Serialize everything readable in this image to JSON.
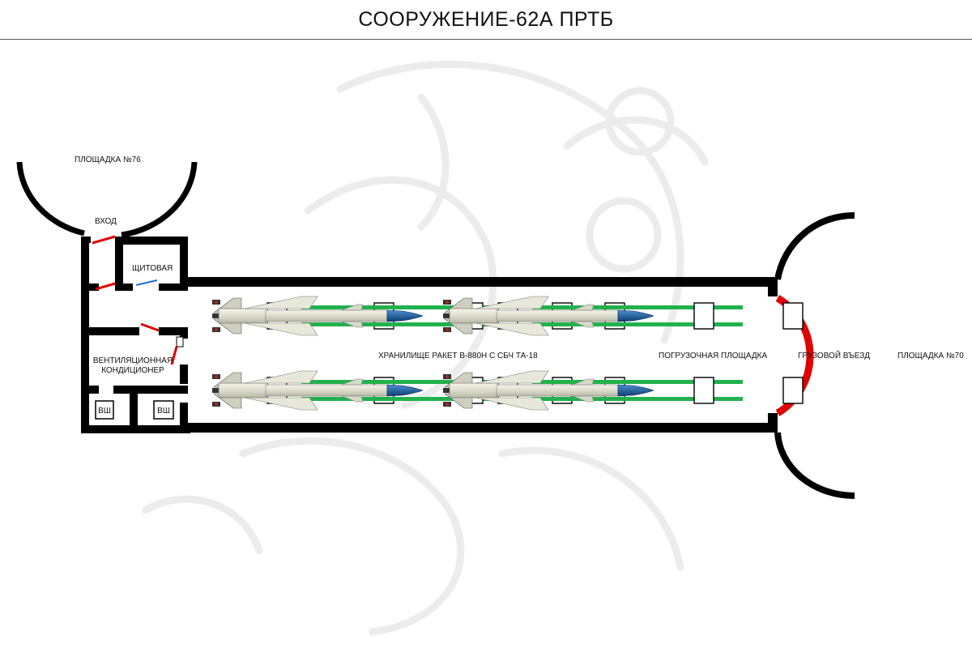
{
  "title": "СООРУЖЕНИЕ-62А ПРТБ",
  "labels": {
    "pad76": "ПЛОЩАДКА №76",
    "entrance": "ВХОД",
    "switchroom": "ЩИТОВАЯ",
    "vent_line1": "ВЕНТИЛЯЦИОННАЯ",
    "vent_line2": "КОНДИЦИОНЕР",
    "shaft1": "ВШ",
    "shaft2": "ВШ",
    "storage": "ХРАНИЛИЩЕ РАКЕТ В-880Н С СБЧ ТА-18",
    "loading": "ПОГРУЗОЧНАЯ ПЛОЩАДКА",
    "cargo": "ГРУЗОВОЙ ВЪЕЗД",
    "pad70": "ПЛОЩАДКА №70"
  },
  "colors": {
    "wall": "#000000",
    "door": "#e00000",
    "inner_door": "#1f6fd6",
    "rail": "#22b14c",
    "missile_body": "#e4e4d4",
    "warhead": "#1b5fa3",
    "engine": "#3a3a3a",
    "watermark": "#ececec"
  },
  "missiles": {
    "count": 4,
    "model": "В-880Н",
    "warhead": "ТА-18"
  }
}
